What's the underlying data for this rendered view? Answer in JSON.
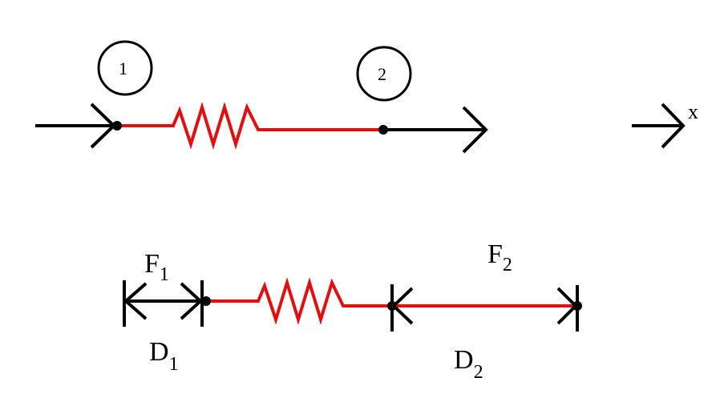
{
  "colors": {
    "spring": "#e01010",
    "line": "#000000",
    "background": "#ffffff"
  },
  "top": {
    "node1_label": "1",
    "node2_label": "2",
    "axis_label": "x"
  },
  "bottom": {
    "force1": {
      "symbol": "F",
      "subscript": "1"
    },
    "force2": {
      "symbol": "F",
      "subscript": "2"
    },
    "disp1": {
      "symbol": "D",
      "subscript": "1"
    },
    "disp2": {
      "symbol": "D",
      "subscript": "2"
    }
  }
}
